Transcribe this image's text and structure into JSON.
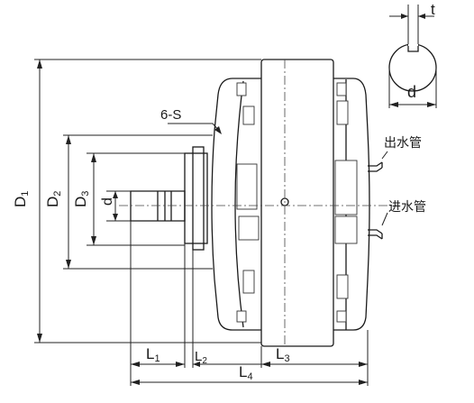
{
  "labels": {
    "D1": {
      "main": "D",
      "sub": "1"
    },
    "D2": {
      "main": "D",
      "sub": "2"
    },
    "D3": {
      "main": "D",
      "sub": "3"
    },
    "d_side": "d",
    "L1": {
      "main": "L",
      "sub": "1"
    },
    "L2": {
      "main": "L",
      "sub": "2"
    },
    "L3": {
      "main": "L",
      "sub": "3"
    },
    "L4": {
      "main": "L",
      "sub": "4"
    },
    "bolt": "6-S",
    "outlet": "出水管",
    "inlet": "进水管",
    "t": "t",
    "d_key": "d"
  },
  "colors": {
    "line": "#1a1a1a",
    "background": "#ffffff"
  }
}
